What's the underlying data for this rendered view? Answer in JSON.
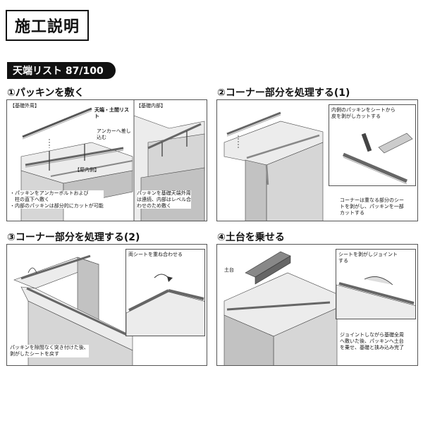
{
  "page": {
    "title": "施工説明",
    "product_label": "天端リスト 87/100"
  },
  "steps": [
    {
      "title": "①パッキンを敷く",
      "labels": {
        "kiso_gaishu": "【基礎外周】",
        "kiso_naibu": "【基礎内部】",
        "tenba_list": "天端・土間リスト",
        "anchor": "アンカーへ差し込む",
        "okunai": "【屋内側】"
      },
      "notes_left": [
        "・パッキンをアンカーボルトおよび",
        "　柱の直下へ敷く",
        "・内部のパッキンは部分的にカットが可能"
      ],
      "notes_right": [
        "パッキンを基礎天端外周",
        "は連続、内部はレベル合",
        "わせのため敷く"
      ]
    },
    {
      "title": "②コーナー部分を処理する(1)",
      "inset_note": [
        "内側のパッキンをシートから",
        "皮を剥がしカットする"
      ],
      "note": [
        "コーナーは重なる部分のシー",
        "トを剥がし、パッキンを一部",
        "カットする"
      ]
    },
    {
      "title": "③コーナー部分を処理する(2)",
      "inset_note": [
        "両シートを重ね合わせる"
      ],
      "note": [
        "パッキンを隙間なく突き付けた後、",
        "剥がしたシートを戻す"
      ]
    },
    {
      "title": "④土台を乗せる",
      "label_dodai": "土台",
      "inset_note": [
        "シートを剥がしジョイント",
        "する"
      ],
      "note": [
        "ジョイントしながら基礎全周",
        "へ敷いた後、パッキンへ土台",
        "を乗せ、基礎と挟み込み完了"
      ]
    }
  ],
  "colors": {
    "wall": "#d6d6d6",
    "wall_top": "#ececec",
    "wall_side": "#c2c2c2",
    "packing": "#9a9a9a",
    "dark": "#111111"
  }
}
